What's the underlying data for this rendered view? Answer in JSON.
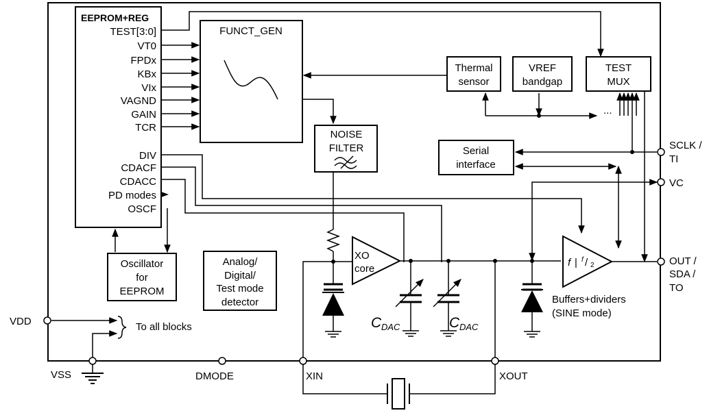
{
  "blocks": {
    "eeprom": {
      "title": "EEPROM+REG",
      "signals_top": [
        "TEST[3:0]",
        "VT0",
        "FPDx",
        "KBx",
        "VIx",
        "VAGND",
        "GAIN",
        "TCR"
      ],
      "signals_bottom": [
        "DIV",
        "CDACF",
        "CDACC",
        "PD modes",
        "OSCF"
      ]
    },
    "funct_gen": "FUNCT_GEN",
    "thermal_sensor": [
      "Thermal",
      "sensor"
    ],
    "vref": [
      "VREF",
      "bandgap"
    ],
    "test_mux": [
      "TEST",
      "MUX"
    ],
    "noise_filter": [
      "NOISE",
      "FILTER"
    ],
    "serial_interface": [
      "Serial",
      "interface"
    ],
    "oscillator": [
      "Oscillator",
      "for",
      "EEPROM"
    ],
    "mode_detector": [
      "Analog/",
      "Digital/",
      "Test mode",
      "detector"
    ],
    "xo_core": [
      "XO",
      "core"
    ],
    "buffers": [
      "Buffers+dividers",
      "(SINE mode)"
    ],
    "buffer_symbol": {
      "f": "f",
      "sep": "|",
      "num": "f",
      "den": "2"
    },
    "cdac_main": "C",
    "cdac_sub": "DAC",
    "dots": "..."
  },
  "pins": {
    "vdd": "VDD",
    "vss": "VSS",
    "dmode": "DMODE",
    "xin": "XIN",
    "xout": "XOUT",
    "sclk": [
      "SCLK /",
      "TI"
    ],
    "vc": "VC",
    "out": [
      "OUT /",
      "SDA /",
      "TO"
    ]
  },
  "labels": {
    "to_all_blocks": "To all blocks"
  }
}
